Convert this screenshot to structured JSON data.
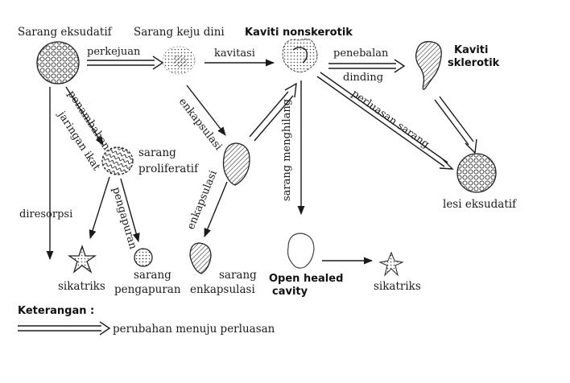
{
  "nodes": {
    "sarang_eksudatif": "Sarang eksudatif",
    "sarang_keju_dini": "Sarang keju dini",
    "kaviti_nonskerotik": "Kaviti nonskerotik",
    "kaviti_sklerotik_1": "Kaviti",
    "kaviti_sklerotik_2": "sklerotik",
    "sarang_proliferatif_1": "sarang",
    "sarang_proliferatif_2": "proliferatif",
    "lesi_eksudatif": "lesi eksudatif",
    "sikatriks_left": "sikatriks",
    "sarang_pengapuran_1": "sarang",
    "sarang_pengapuran_2": "pengapuran",
    "sarang_enkapsulasi_1": "sarang",
    "sarang_enkapsulasi_2": "enkapsulasi",
    "open_healed_1": "Open healed",
    "open_healed_2": "cavity",
    "sikatriks_right": "sikatriks"
  },
  "edges": {
    "perkejuan": "perkejuan",
    "kavitasi": "kavitasi",
    "penebalan": "penebalan",
    "dinding": "dinding",
    "perluasan_sarang": "perluasan sarang",
    "penambahan": "penambahan",
    "jaringan_ikat": "jaringan ikat",
    "enkapsulasi_1": "enkapsulasi",
    "enkapsulasi_2": "enkapsulasi",
    "diresorpsi": "diresorpsi",
    "pengapuran": "pengapuran",
    "sarang_menghilang": "sarang menghilang"
  },
  "legend": {
    "title": "Keterangan :",
    "text": "perubahan menuju perluasan"
  }
}
